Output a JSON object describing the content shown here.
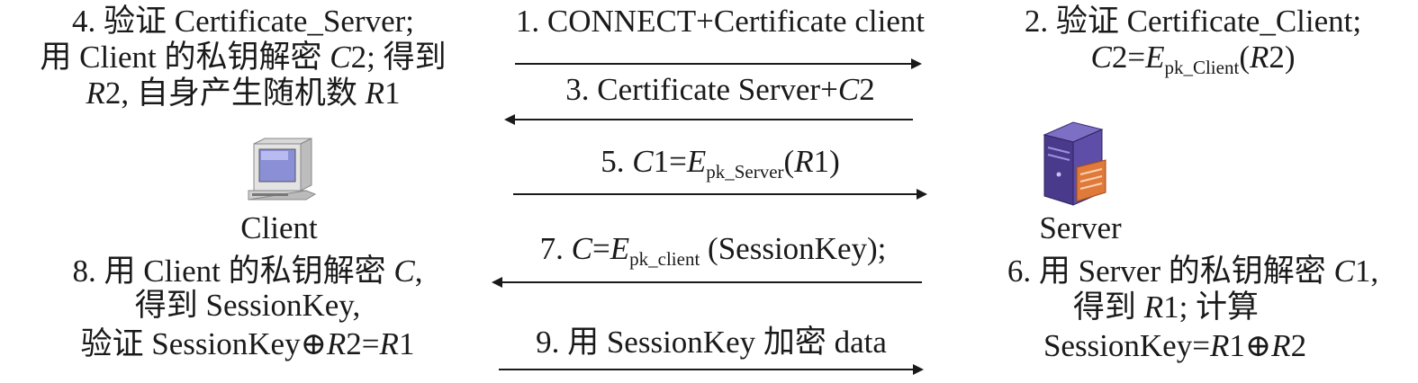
{
  "client": {
    "label": "Client",
    "step4": {
      "line1": "4. 验证 Certificate_Server;",
      "line2_pre": "用 Client 的私钥解密 ",
      "line2_var": "C",
      "line2_post": "2; 得到",
      "line3_var": "R",
      "line3_mid": "2, 自身产生随机数 ",
      "line3_var2": "R",
      "line3_post": "1"
    },
    "step8": {
      "line1_pre": "8. 用 Client 的私钥解密 ",
      "line1_var": "C",
      "line1_post": ",",
      "line2": "得到 SessionKey,",
      "line3_pre": "验证 SessionKey",
      "line3_op": "⊕",
      "line3_var1": "R",
      "line3_mid": "2=",
      "line3_var2": "R",
      "line3_post": "1"
    }
  },
  "server": {
    "label": "Server",
    "step2": {
      "line1": "2. 验证 Certificate_Client;",
      "line2_var1": "C",
      "line2_mid": "2=",
      "line2_var2": "E",
      "line2_sub": "pk_Client",
      "line2_open": "(",
      "line2_var3": "R",
      "line2_post": "2)"
    },
    "step6": {
      "line1_pre": "6. 用 Server 的私钥解密 ",
      "line1_var": "C",
      "line1_post": "1,",
      "line2_pre": "得到 ",
      "line2_var": "R",
      "line2_post": "1; 计算",
      "line3_pre": "SessionKey=",
      "line3_var1": "R",
      "line3_mid": "1",
      "line3_op": "⊕",
      "line3_var2": "R",
      "line3_post": "2"
    }
  },
  "messages": {
    "m1": "1. CONNECT+Certificate client",
    "m3_pre": "3. Certificate Server+",
    "m3_var": "C",
    "m3_post": "2",
    "m5_pre": "5. ",
    "m5_var1": "C",
    "m5_mid": "1=",
    "m5_var2": "E",
    "m5_sub": "pk_Server",
    "m5_open": "(",
    "m5_var3": "R",
    "m5_post": "1)",
    "m7_pre": "7. ",
    "m7_var1": "C",
    "m7_mid": "=",
    "m7_var2": "E",
    "m7_sub": "pk_client",
    "m7_post": " (SessionKey);",
    "m9": "9. 用 SessionKey 加密 data"
  },
  "icons": {
    "client": "desktop-computer-icon",
    "server": "server-tower-icon"
  },
  "colors": {
    "text": "#1a1a1a",
    "server_body": "#4a3a8c",
    "server_accent": "#e07a3a",
    "client_screen": "#8a8fd6"
  }
}
